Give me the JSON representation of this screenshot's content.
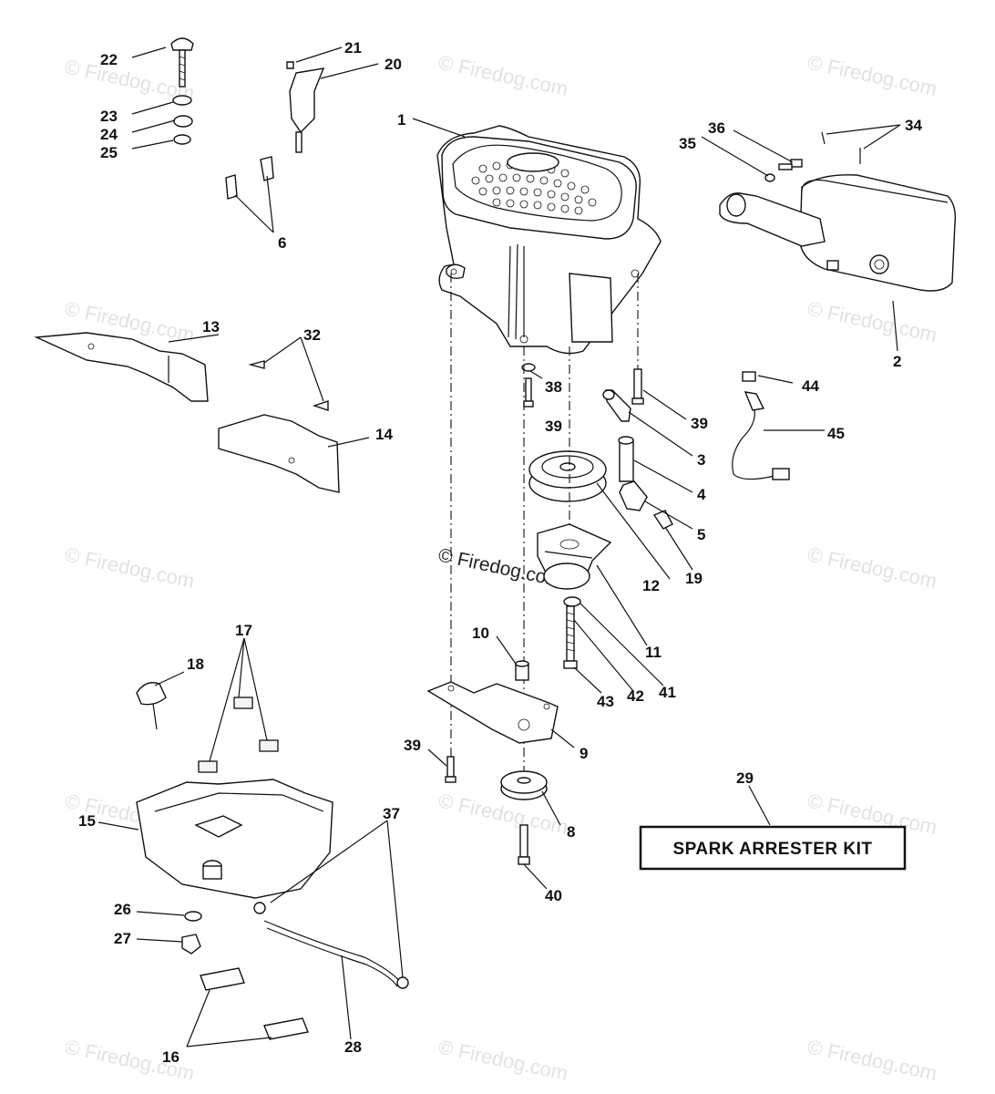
{
  "watermark": {
    "text": "© Firedog.com",
    "center_text": "© Firedog.com"
  },
  "kit_label": "SPARK ARRESTER KIT",
  "callouts": {
    "c1": "1",
    "c2": "2",
    "c3": "3",
    "c4": "4",
    "c5": "5",
    "c6": "6",
    "c8": "8",
    "c9": "9",
    "c10": "10",
    "c11": "11",
    "c12": "12",
    "c13": "13",
    "c14": "14",
    "c15": "15",
    "c16": "16",
    "c17": "17",
    "c18": "18",
    "c19": "19",
    "c20": "20",
    "c21": "21",
    "c22": "22",
    "c23": "23",
    "c24": "24",
    "c25": "25",
    "c26": "26",
    "c27": "27",
    "c28": "28",
    "c29": "29",
    "c32": "32",
    "c34": "34",
    "c35": "35",
    "c36": "36",
    "c37": "37",
    "c38": "38",
    "c39a": "39",
    "c39b": "39",
    "c39c": "39",
    "c40": "40",
    "c41": "41",
    "c42": "42",
    "c43": "43",
    "c44": "44",
    "c45": "45"
  }
}
